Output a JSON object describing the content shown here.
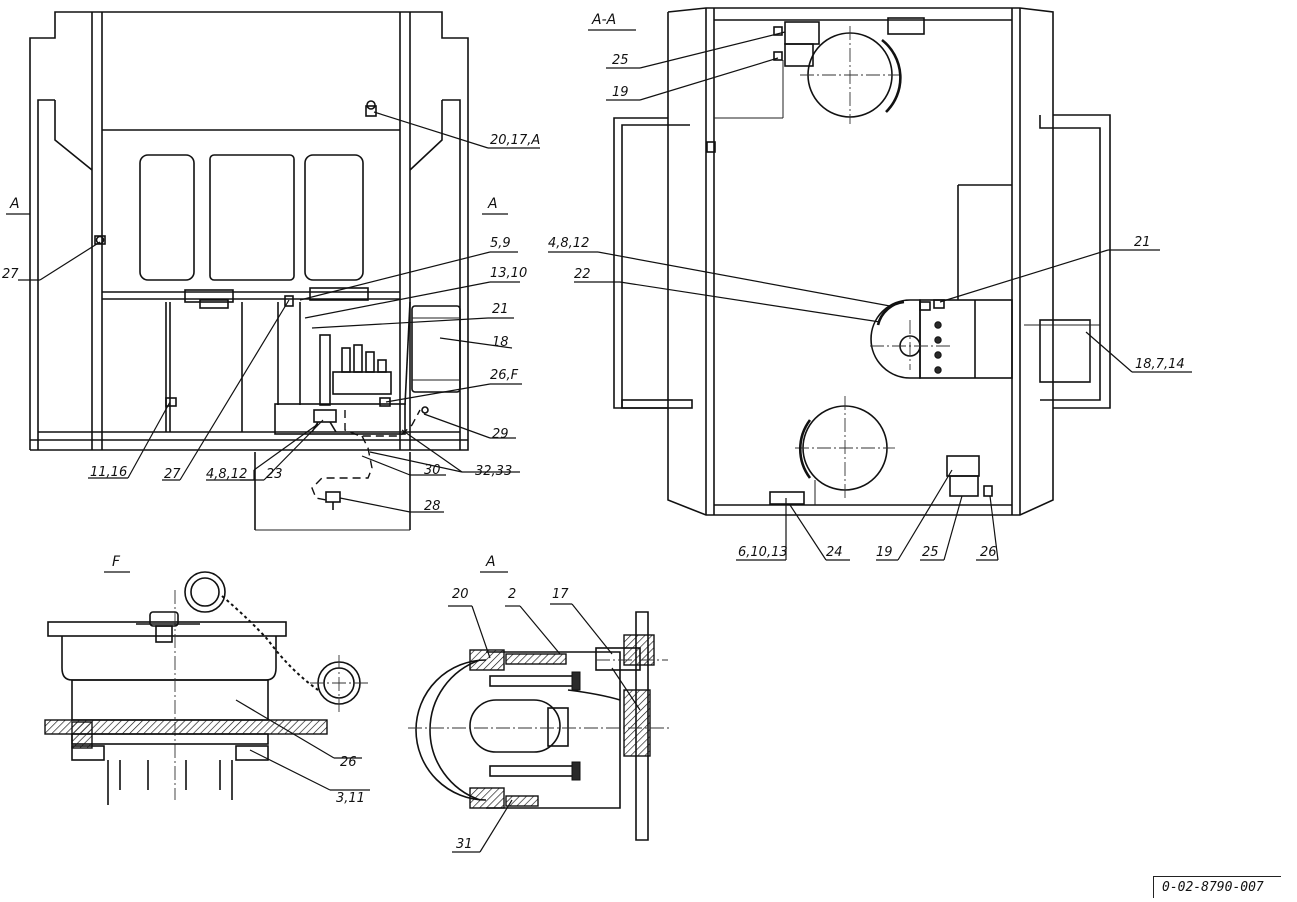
{
  "views": {
    "front": {
      "section_mark_left": "A",
      "section_mark_right": "A"
    },
    "section": {
      "title": "A-A"
    },
    "detail_f": {
      "title": "F"
    },
    "detail_a": {
      "title": "A"
    }
  },
  "callouts": {
    "front": [
      "20,17,A",
      "5,9",
      "13,10",
      "21",
      "18",
      "26,F",
      "29",
      "32,33",
      "30",
      "28",
      "23",
      "4,8,12",
      "27",
      "11,16",
      "27"
    ],
    "section": [
      "25",
      "19",
      "4,8,12",
      "22",
      "21",
      "18,7,14",
      "6,10,13",
      "24",
      "19",
      "25",
      "26"
    ],
    "detail_f": [
      "26",
      "3,11"
    ],
    "detail_a": [
      "20",
      "2",
      "17",
      "31"
    ]
  },
  "drawing_number": "0-02-8790-007"
}
